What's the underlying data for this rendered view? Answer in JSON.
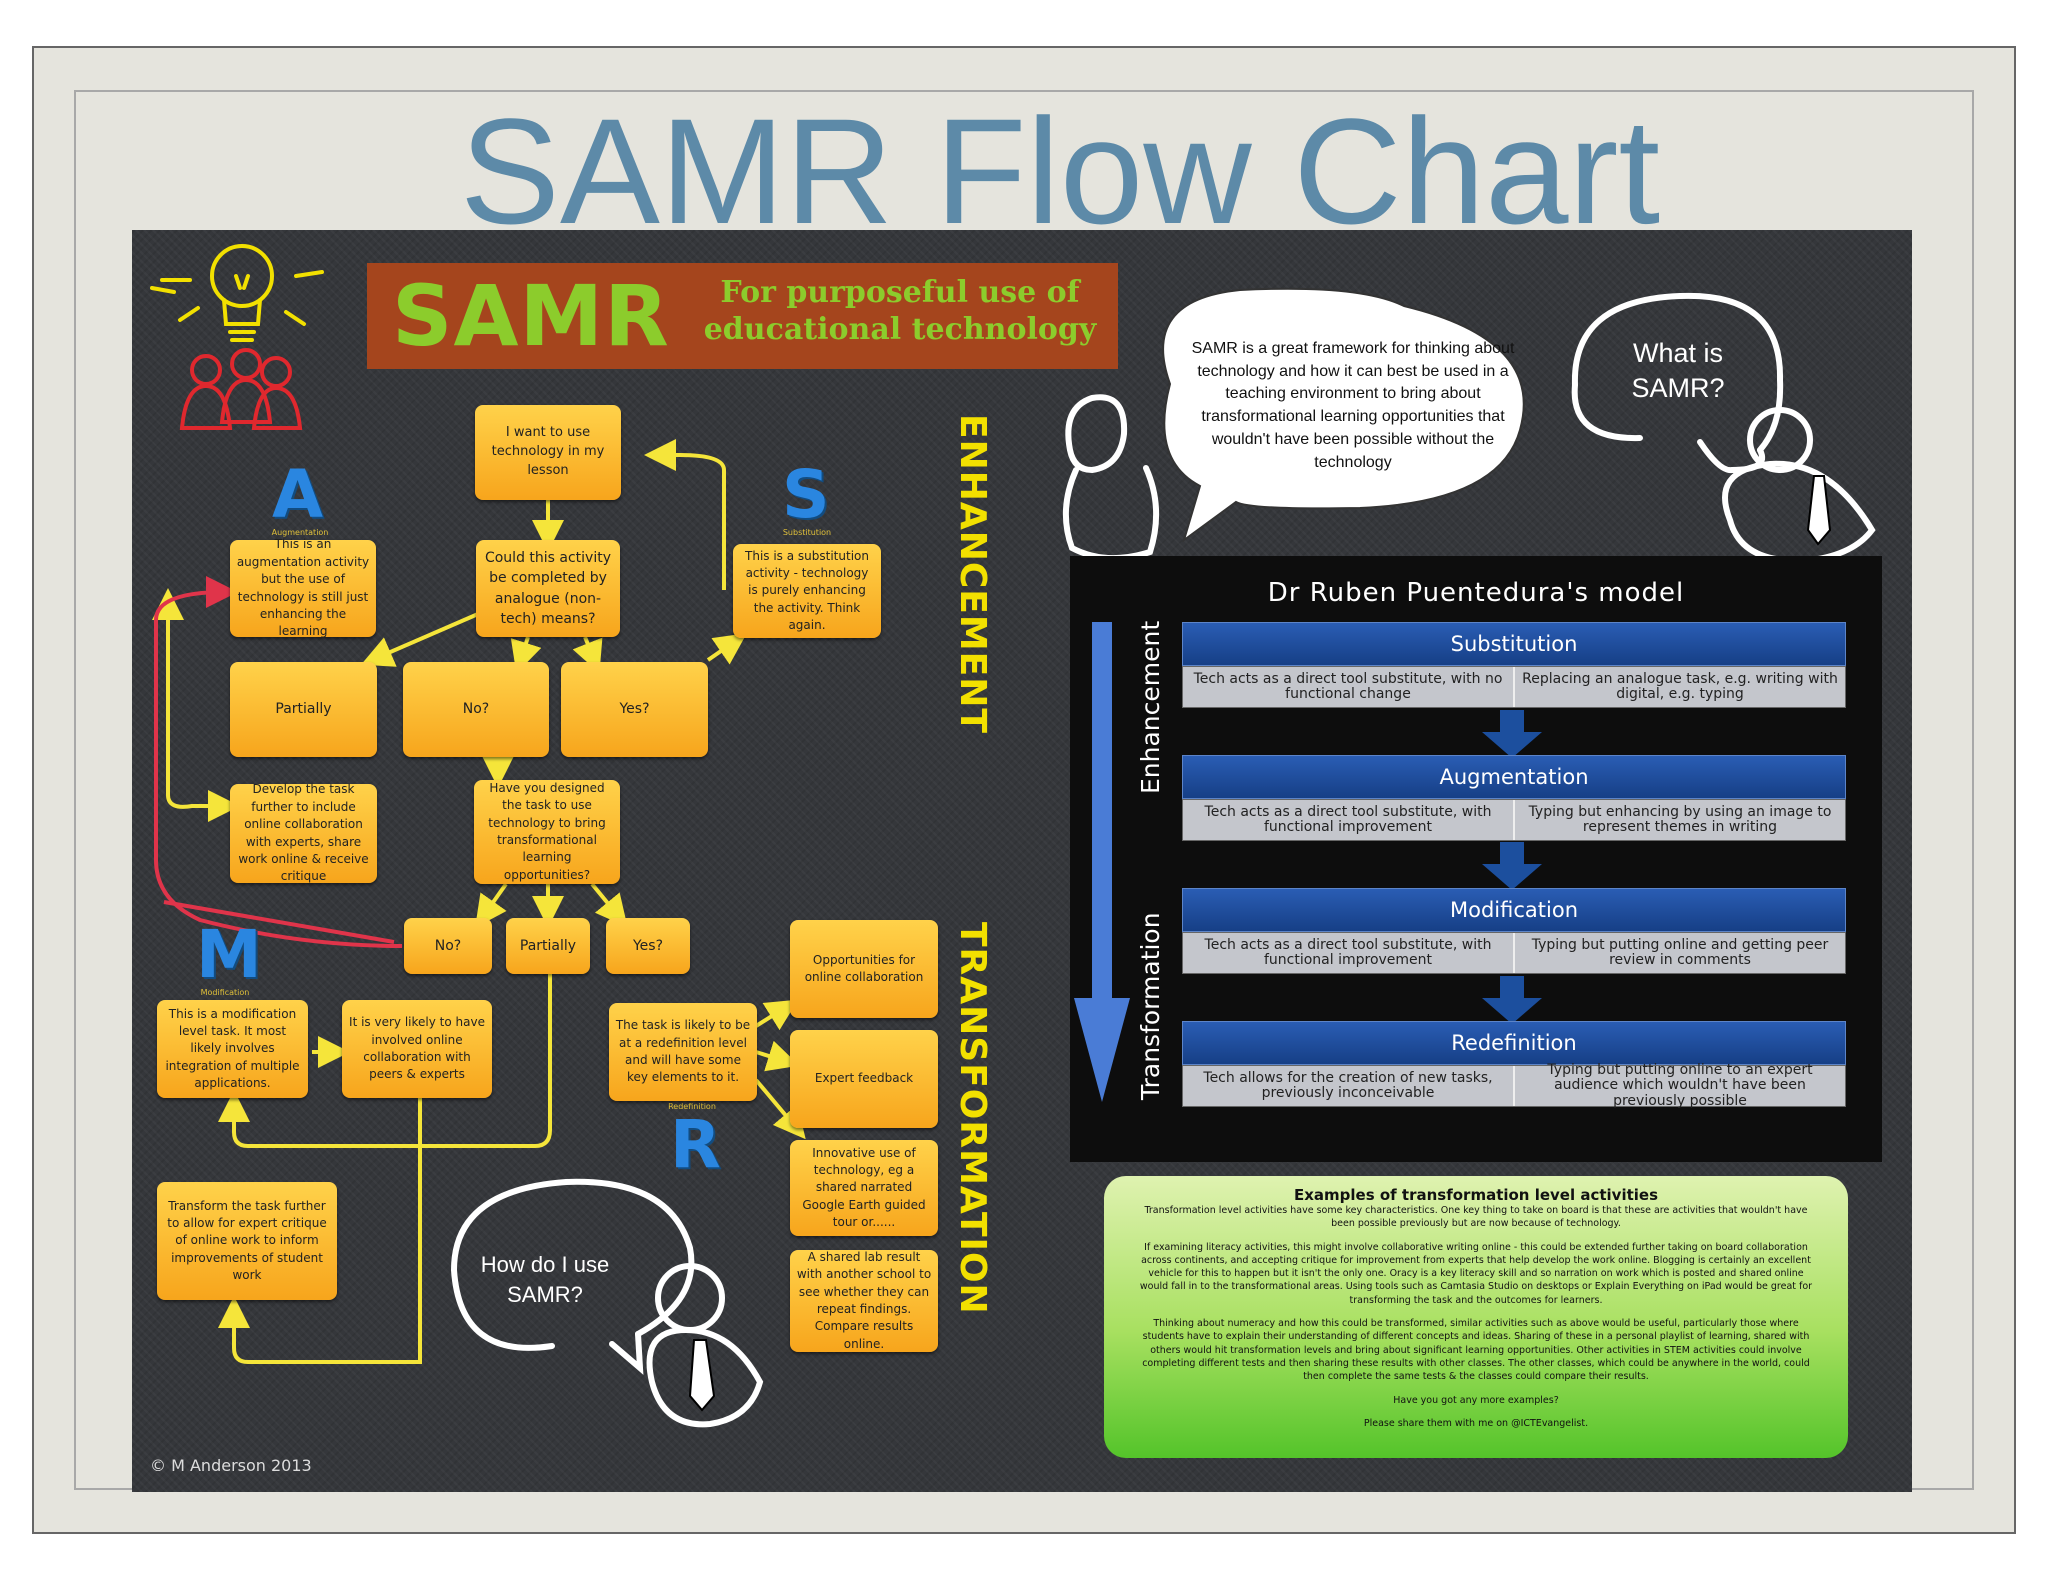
{
  "title": "SAMR Flow Chart",
  "banner": {
    "samr": "SAMR",
    "subtitle": "For purposeful use of educational technology"
  },
  "vertical_labels": {
    "enhancement": "ENHANCEMENT",
    "transformation": "TRANSFORMATION"
  },
  "letters": {
    "a": {
      "letter": "A",
      "label": "Augmentation"
    },
    "s": {
      "letter": "S",
      "label": "Substitution"
    },
    "m": {
      "letter": "M",
      "label": "Modification"
    },
    "r": {
      "letter": "R",
      "label": "Redefinition"
    }
  },
  "flow": {
    "start": "I want to use technology in my lesson",
    "could": "Could this activity be completed by analogue (non-tech) means?",
    "augmentation": "This is an augmentation activity but the use of technology is still just enhancing the learning",
    "substitution": "This is a substitution activity - technology is purely enhancing the activity. Think again.",
    "partially1": "Partially",
    "no1": "No?",
    "yes1": "Yes?",
    "develop": "Develop the task further to include online collaboration with experts, share work online & receive critique",
    "designed": "Have you designed the task to use technology to bring transformational learning opportunities?",
    "no2": "No?",
    "partially2": "Partially",
    "yes2": "Yes?",
    "modification": "This is a modification level task. It most likely involves integration of multiple applications.",
    "likely": "It is very likely to have involved online collaboration with peers & experts",
    "redefinition": "The task is likely to be at a redefinition level and will have some key elements to it.",
    "opportunities": "Opportunities for online collaboration",
    "expert": "Expert feedback",
    "innovative": "Innovative use of technology, eg a shared narrated Google Earth guided tour or......",
    "shared": "A shared lab result with another school to see whether they can repeat findings. Compare results online.",
    "transform": "Transform the task further to allow for expert critique of online work to inform improvements of student work"
  },
  "bubbles": {
    "what_is": "What is SAMR?",
    "how_do": "How do I use SAMR?",
    "framework": "SAMR is a great framework for thinking about technology and how it can best be used in a teaching environment to bring about transformational learning opportunities that wouldn't have been possible without the technology"
  },
  "model": {
    "title": "Dr Ruben Puentedura's model",
    "axis_top": "Enhancement",
    "axis_bottom": "Transformation",
    "stages": [
      {
        "name": "Substitution",
        "left": "Tech acts as a direct tool substitute, with no functional change",
        "right": "Replacing an analogue task, e.g. writing with digital, e.g. typing"
      },
      {
        "name": "Augmentation",
        "left": "Tech acts as a direct tool substitute, with functional improvement",
        "right": "Typing but enhancing by using an image to represent themes in writing"
      },
      {
        "name": "Modification",
        "left": "Tech acts as a direct tool substitute, with functional improvement",
        "right": "Typing but putting online and getting peer review in comments"
      },
      {
        "name": "Redefinition",
        "left": "Tech allows for the creation of new tasks, previously inconceivable",
        "right": "Typing but putting online to an expert audience which wouldn't have been previously possible"
      }
    ]
  },
  "examples": {
    "title": "Examples of transformation level activities",
    "p1": "Transformation level activities have some key characteristics. One key thing to take on board is that these are activities that wouldn't have been possible previously but are now because of technology.",
    "p2": "If examining literacy activities, this might involve collaborative writing online - this could be extended further taking on board collaboration across continents, and accepting critique for improvement from experts that help develop the work online. Blogging is certainly an excellent vehicle for this to happen but it isn't the only one. Oracy is a key literacy skill and so narration on work which is posted and shared online would fall in to the transformational areas. Using tools such as Camtasia Studio on desktops or Explain Everything on iPad would be great for transforming the task and the outcomes for learners.",
    "p3": "Thinking about numeracy and how this could be transformed, similar activities such as above would be useful, particularly those where students have to explain their understanding of different concepts and ideas. Sharing of these in a personal playlist of learning, shared with others would hit transformation levels and bring about significant learning opportunities. Other activities in STEM activities could involve completing different tests and then sharing these results with other classes. The other classes, which could be anywhere in the world, could then complete the same tests & the classes could compare their results.",
    "p4": "Have you got any more examples?",
    "p5": "Please share them with me on @ICTEvangelist."
  },
  "copyright": "© M Anderson 2013",
  "colors": {
    "title": "#5d8aa8",
    "box": "#f7b52c",
    "arrow": "#f5e53a",
    "loop": "#e0344a",
    "stage_blue": "#1f4f9e",
    "letter_blue": "#2a86e0"
  }
}
